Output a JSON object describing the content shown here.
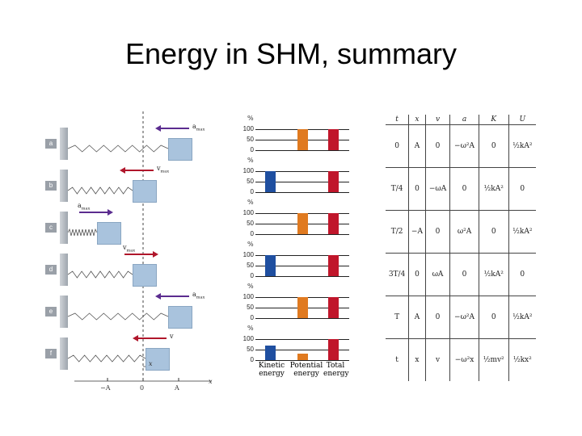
{
  "title": "Energy in SHM, summary",
  "left": {
    "tags": [
      "a",
      "b",
      "c",
      "d",
      "e",
      "f"
    ],
    "vectors": [
      {
        "sym": "a",
        "sub": "max",
        "dir": "left",
        "color": "#5b2c8f"
      },
      {
        "sym": "v",
        "sub": "max",
        "dir": "left",
        "color": "#b0162b"
      },
      {
        "sym": "a",
        "sub": "max",
        "dir": "right",
        "color": "#5b2c8f"
      },
      {
        "sym": "v",
        "sub": "max",
        "dir": "right",
        "color": "#b0162b"
      },
      {
        "sym": "a",
        "sub": "max",
        "dir": "left",
        "color": "#5b2c8f"
      },
      {
        "sym": "v",
        "sub": "",
        "dir": "left",
        "color": "#b0162b"
      }
    ],
    "axis": {
      "left": "−A",
      "center": "0",
      "right": "A",
      "x": "x",
      "marker": "x"
    }
  },
  "mid": {
    "pct_label": "%",
    "ticks": [
      "100",
      "50",
      "0"
    ],
    "rows": [
      {
        "kinetic": 0,
        "potential": 100,
        "total": 100
      },
      {
        "kinetic": 100,
        "potential": 0,
        "total": 100
      },
      {
        "kinetic": 0,
        "potential": 100,
        "total": 100
      },
      {
        "kinetic": 100,
        "potential": 0,
        "total": 100
      },
      {
        "kinetic": 0,
        "potential": 100,
        "total": 100
      },
      {
        "kinetic": 70,
        "potential": 30,
        "total": 100
      }
    ],
    "colors": {
      "kinetic": "#1f4fa0",
      "potential": "#e07a20",
      "total": "#c0162b"
    },
    "legend": {
      "kinetic": [
        "Kinetic",
        "energy"
      ],
      "potential": [
        "Potential",
        "energy"
      ],
      "total": [
        "Total",
        "energy"
      ]
    }
  },
  "table": {
    "headers": [
      "t",
      "x",
      "v",
      "a",
      "K",
      "U"
    ],
    "rows": [
      [
        "0",
        "A",
        "0",
        "−ω²A",
        "0",
        "½kA²"
      ],
      [
        "T/4",
        "0",
        "−ωA",
        "0",
        "½kA²",
        "0"
      ],
      [
        "T/2",
        "−A",
        "0",
        "ω²A",
        "0",
        "½kA²"
      ],
      [
        "3T/4",
        "0",
        "ωA",
        "0",
        "½kA²",
        "0"
      ],
      [
        "T",
        "A",
        "0",
        "−ω²A",
        "0",
        "½kA²"
      ],
      [
        "t",
        "x",
        "v",
        "−ω²x",
        "½mv²",
        "½kx²"
      ]
    ]
  }
}
